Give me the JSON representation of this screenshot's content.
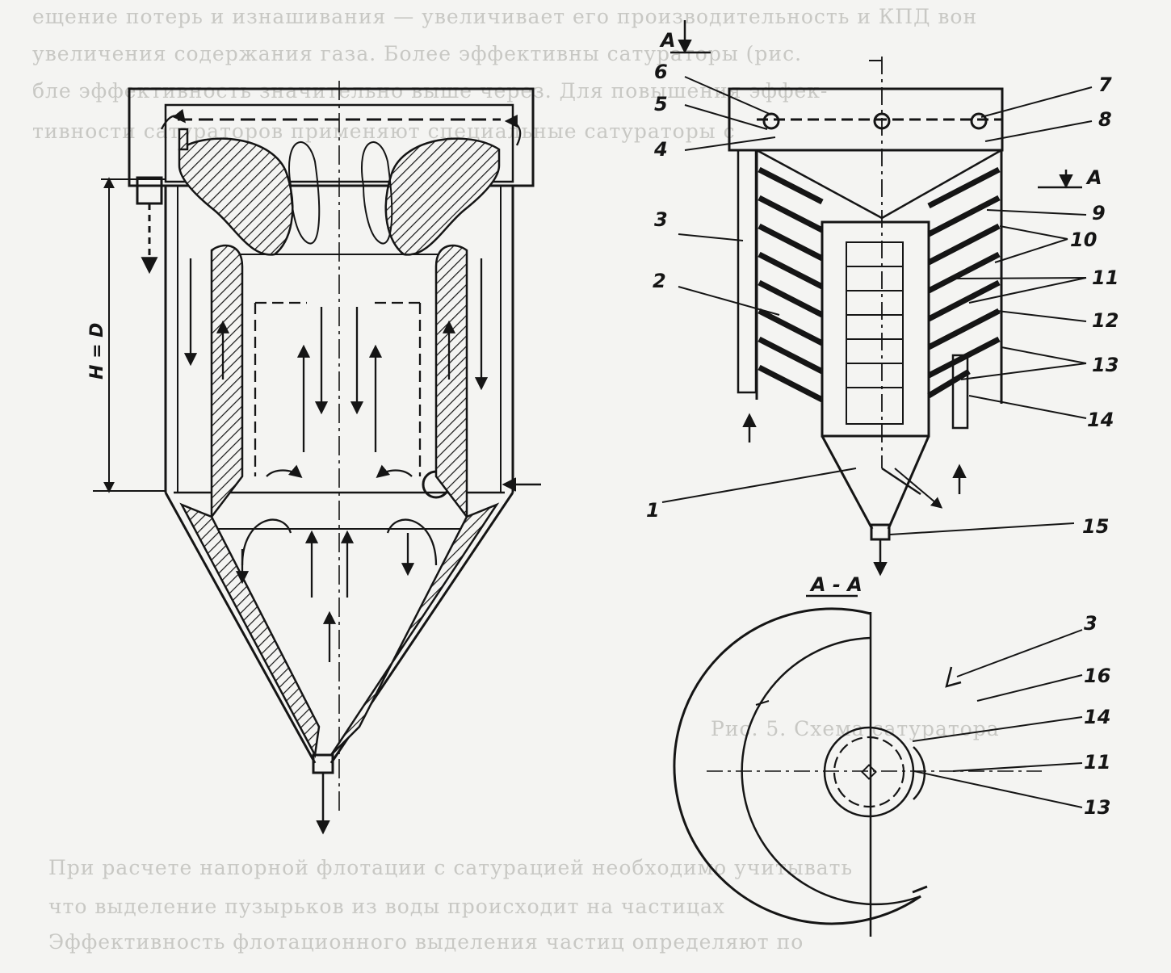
{
  "bleed_through": {
    "lines": [
      "ещение потерь и изнашивания — увеличивает его производительность и КПД вон",
      "увеличения содержания газа. Более эффективны сатураторы (рис.",
      "бле эффективность значительно выше через. Для повышения эффек-",
      "тивности сатураторов применяют специальные сатураторы с",
      "Рис. 5. Схема сатуратора",
      "При расчете напорной флотации с сатурацией необходимо учитывать",
      "что выделение пузырьков из воды происходит на частицах",
      "Эффективность флотационного выделения частиц определяют по"
    ]
  },
  "left_diagram": {
    "dimension_label": "H = D"
  },
  "right_diagram": {
    "section_mark_top": "A",
    "section_mark_right": "A",
    "section_title": "A - A",
    "callouts": [
      "1",
      "2",
      "3",
      "4",
      "5",
      "6",
      "7",
      "8",
      "9",
      "10",
      "11",
      "12",
      "13",
      "14",
      "15"
    ],
    "section_callouts": [
      "3",
      "16",
      "14",
      "11",
      "13"
    ]
  },
  "colors": {
    "ink": "#151515",
    "paper": "#f4f4f2",
    "ghost": "#c8c8c4"
  }
}
